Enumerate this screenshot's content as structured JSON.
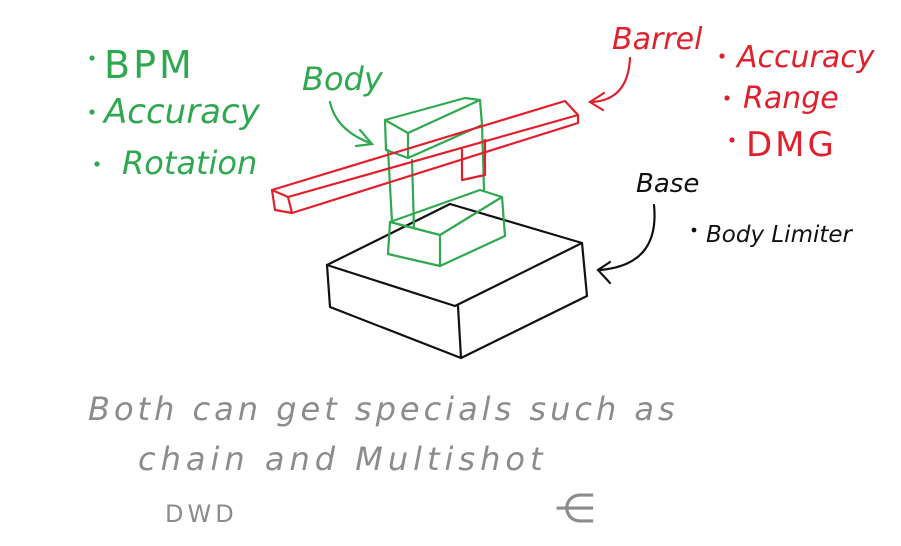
{
  "colors": {
    "body": "#2fa84f",
    "barrel": "#e0202c",
    "base": "#111111",
    "note": "#8c8c8c"
  },
  "body_section": {
    "label": "Body",
    "stats": [
      "BPM",
      "Accuracy",
      "Rotation"
    ]
  },
  "barrel_section": {
    "label": "Barrel",
    "stats": [
      "Accuracy",
      "Range",
      "DMG"
    ]
  },
  "base_section": {
    "label": "Base",
    "stats": [
      "Body Limiter"
    ]
  },
  "notes": {
    "line1": "Both can get specials such as",
    "line2": "chain and Multishot",
    "line3": "DWD",
    "glyph": "⋲"
  }
}
